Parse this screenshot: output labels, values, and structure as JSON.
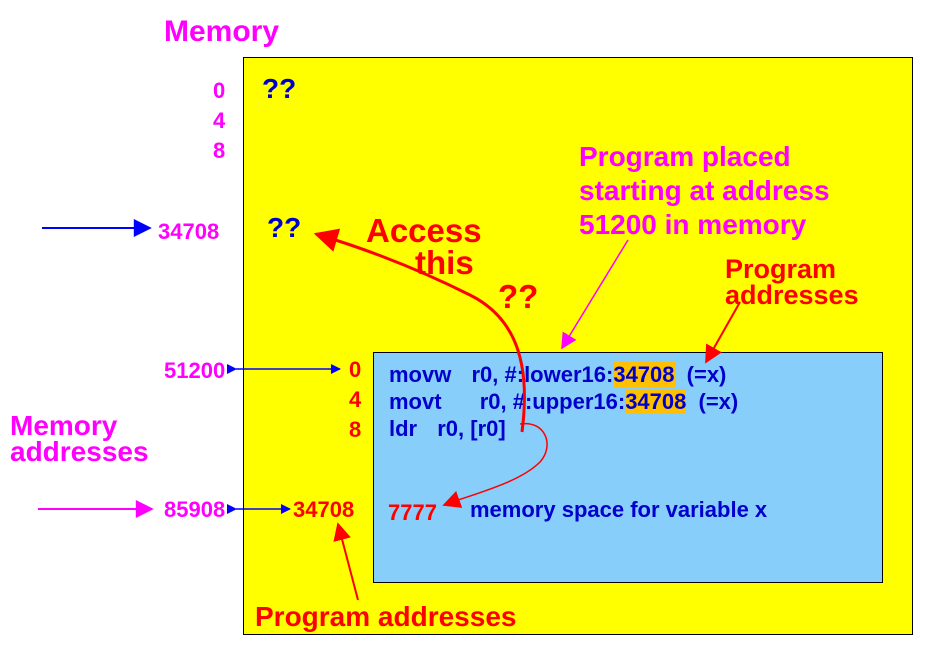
{
  "title": "Memory",
  "memory_addresses": [
    "0",
    "4",
    "8",
    "34708",
    "51200",
    "85908"
  ],
  "memory_values": [
    "??",
    "??"
  ],
  "program_addresses": [
    "0",
    "4",
    "8",
    "34708"
  ],
  "instructions": [
    {
      "op": "movw",
      "args_pre": "r0, #:lower16:",
      "addr": "34708",
      "args_post": "(=x)"
    },
    {
      "op": "movt",
      "args_pre": "r0, #:upper16:",
      "addr": "34708",
      "args_post": "(=x)"
    },
    {
      "op": "ldr",
      "args": "r0, [r0]"
    }
  ],
  "variable": {
    "value": "7777",
    "description": "memory space for variable x"
  },
  "labels": {
    "program_placed": [
      "Program placed",
      "starting at address",
      "51200 in memory"
    ],
    "program_addresses_top": [
      "Program",
      "addresses"
    ],
    "program_addresses_bottom": "Program addresses",
    "memory_addresses": [
      "Memory",
      "addresses"
    ],
    "access": [
      "Access",
      "this"
    ],
    "question": "??"
  },
  "colors": {
    "memory_bg": "#ffff00",
    "program_bg": "#87cefa",
    "highlight": "#ffc000",
    "magenta": "#ff00ff",
    "red": "#ff0000",
    "blue": "#0000cc"
  }
}
